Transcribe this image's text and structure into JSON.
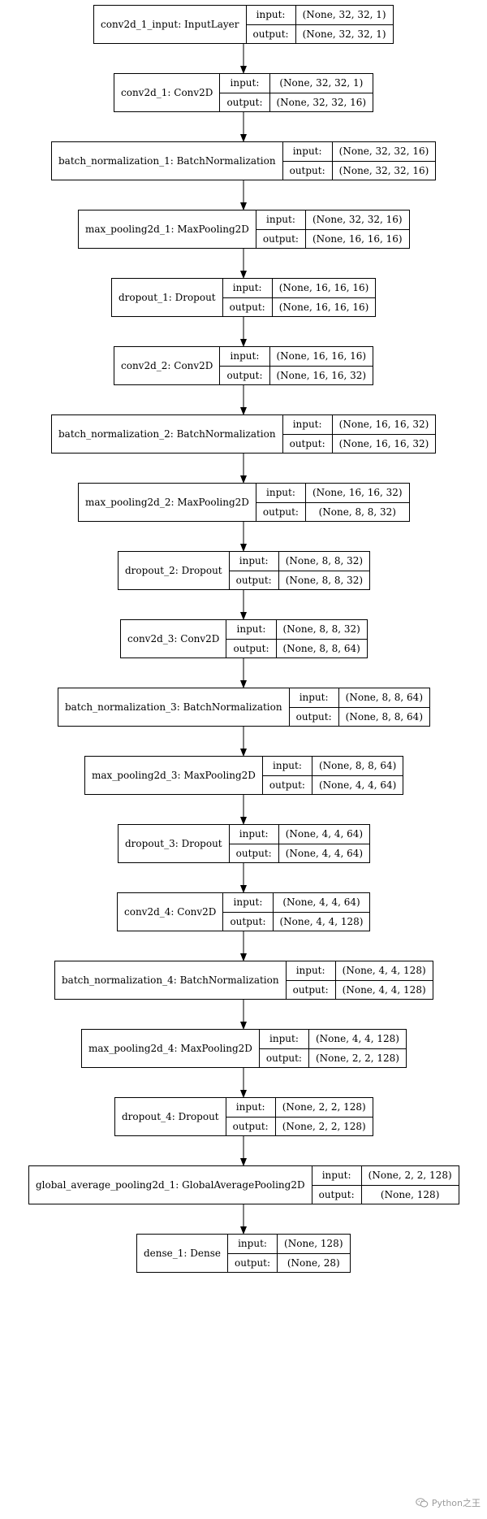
{
  "io_labels": {
    "input": "input:",
    "output": "output:"
  },
  "layers": [
    {
      "name": "conv2d_1_input: InputLayer",
      "input": "(None, 32, 32, 1)",
      "output": "(None, 32, 32, 1)"
    },
    {
      "name": "conv2d_1: Conv2D",
      "input": "(None, 32, 32, 1)",
      "output": "(None, 32, 32, 16)"
    },
    {
      "name": "batch_normalization_1: BatchNormalization",
      "input": "(None, 32, 32, 16)",
      "output": "(None, 32, 32, 16)"
    },
    {
      "name": "max_pooling2d_1: MaxPooling2D",
      "input": "(None, 32, 32, 16)",
      "output": "(None, 16, 16, 16)"
    },
    {
      "name": "dropout_1: Dropout",
      "input": "(None, 16, 16, 16)",
      "output": "(None, 16, 16, 16)"
    },
    {
      "name": "conv2d_2: Conv2D",
      "input": "(None, 16, 16, 16)",
      "output": "(None, 16, 16, 32)"
    },
    {
      "name": "batch_normalization_2: BatchNormalization",
      "input": "(None, 16, 16, 32)",
      "output": "(None, 16, 16, 32)"
    },
    {
      "name": "max_pooling2d_2: MaxPooling2D",
      "input": "(None, 16, 16, 32)",
      "output": "(None, 8, 8, 32)"
    },
    {
      "name": "dropout_2: Dropout",
      "input": "(None, 8, 8, 32)",
      "output": "(None, 8, 8, 32)"
    },
    {
      "name": "conv2d_3: Conv2D",
      "input": "(None, 8, 8, 32)",
      "output": "(None, 8, 8, 64)"
    },
    {
      "name": "batch_normalization_3: BatchNormalization",
      "input": "(None, 8, 8, 64)",
      "output": "(None, 8, 8, 64)"
    },
    {
      "name": "max_pooling2d_3: MaxPooling2D",
      "input": "(None, 8, 8, 64)",
      "output": "(None, 4, 4, 64)"
    },
    {
      "name": "dropout_3: Dropout",
      "input": "(None, 4, 4, 64)",
      "output": "(None, 4, 4, 64)"
    },
    {
      "name": "conv2d_4: Conv2D",
      "input": "(None, 4, 4, 64)",
      "output": "(None, 4, 4, 128)"
    },
    {
      "name": "batch_normalization_4: BatchNormalization",
      "input": "(None, 4, 4, 128)",
      "output": "(None, 4, 4, 128)"
    },
    {
      "name": "max_pooling2d_4: MaxPooling2D",
      "input": "(None, 4, 4, 128)",
      "output": "(None, 2, 2, 128)"
    },
    {
      "name": "dropout_4: Dropout",
      "input": "(None, 2, 2, 128)",
      "output": "(None, 2, 2, 128)"
    },
    {
      "name": "global_average_pooling2d_1: GlobalAveragePooling2D",
      "input": "(None, 2, 2, 128)",
      "output": "(None, 128)"
    },
    {
      "name": "dense_1: Dense",
      "input": "(None, 128)",
      "output": "(None, 28)"
    }
  ],
  "watermark": {
    "text": "Python之王",
    "icon": "wechat-icon"
  }
}
